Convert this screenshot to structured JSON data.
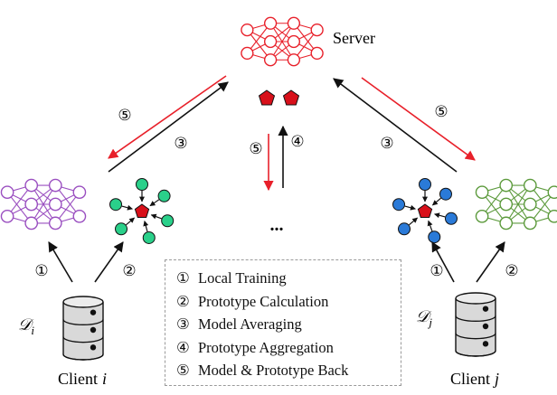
{
  "server": {
    "label": "Server",
    "color": "#e8202a"
  },
  "clients": [
    {
      "label_prefix": "Client",
      "label_var": "i",
      "dataset_symbol": "𝒟",
      "dataset_sub": "i",
      "model_color": "#9a4fc0",
      "proto_color": "#2ad08a"
    },
    {
      "label_prefix": "Client",
      "label_var": "j",
      "dataset_symbol": "𝒟",
      "dataset_sub": "j",
      "model_color": "#5c9a3c",
      "proto_color": "#2a7ad8"
    }
  ],
  "step_markers": {
    "c1": "①",
    "c2": "②",
    "c3": "③",
    "c4": "④",
    "c5": "⑤"
  },
  "ellipsis": "...",
  "legend": [
    {
      "num": "①",
      "text": "Local Training"
    },
    {
      "num": "②",
      "text": "Prototype Calculation"
    },
    {
      "num": "③",
      "text": "Model Averaging"
    },
    {
      "num": "④",
      "text": "Prototype Aggregation"
    },
    {
      "num": "⑤",
      "text": "Model & Prototype Back"
    }
  ],
  "colors": {
    "arrow_red": "#e8202a",
    "arrow_black": "#111111",
    "global_proto": "#d8101a",
    "db_fill": "#d9d9d9"
  }
}
